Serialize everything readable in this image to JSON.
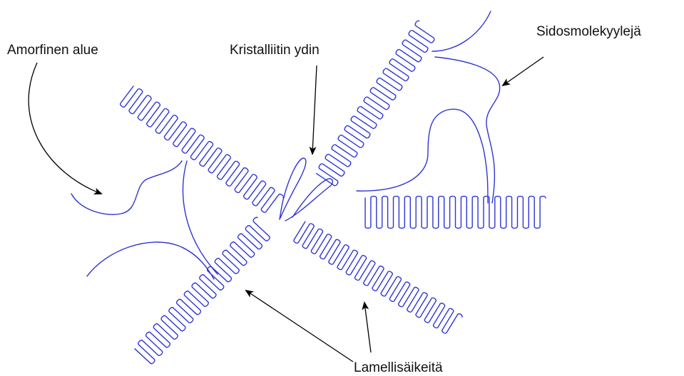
{
  "labels": {
    "amorphous_region": "Amorfinen alue",
    "crystallite_core": "Kristalliitin ydin",
    "tie_molecules": "Sidosmolekyylejä",
    "lamellar_strands": "Lamellisäikeitä"
  },
  "colors": {
    "chain": "#2e35d1",
    "arrow": "#000000",
    "background": "#ffffff",
    "text": "#111111"
  },
  "icons": [
    "arrow-head-icon"
  ]
}
